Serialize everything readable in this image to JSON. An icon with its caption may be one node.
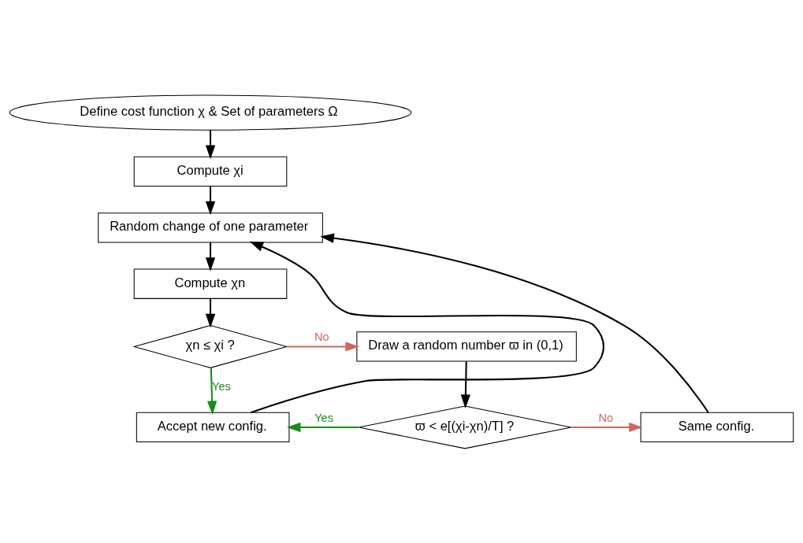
{
  "diagram": {
    "nodes": [
      {
        "text": [
          "Define cost function χ & Set of parameters Ω"
        ]
      },
      {
        "text": [
          "Compute χi"
        ]
      },
      {
        "text": [
          "Random change of one parameter"
        ]
      },
      {
        "text": [
          "Compute χn"
        ]
      },
      {
        "text": [
          "χn ≤ χi ?"
        ]
      },
      {
        "text": [
          "Draw a random number ϖ in (0,1)"
        ]
      },
      {
        "text": [
          "ϖ < e[(χi-χn)/T] ?"
        ]
      },
      {
        "text": [
          "Accept new config."
        ]
      },
      {
        "text": [
          "Same config."
        ]
      }
    ],
    "edges": [
      {
        "from": 0,
        "to": 1,
        "arrow": "to"
      },
      {
        "from": 1,
        "to": 2,
        "arrow": "to"
      },
      {
        "from": 2,
        "to": 3,
        "arrow": "to"
      },
      {
        "from": 3,
        "to": 4,
        "arrow": "to"
      },
      {
        "from": 4,
        "to": 7,
        "arrow": "to",
        "label": "Yes",
        "color": "#1a8a1a"
      },
      {
        "from": 4,
        "to": 5,
        "arrow": "to",
        "label": "No",
        "color": "#d0675e"
      },
      {
        "from": 5,
        "to": 6,
        "arrow": "to"
      },
      {
        "from": 6,
        "to": 7,
        "arrow": "to",
        "label": "Yes",
        "color": "#1a8a1a"
      },
      {
        "from": 6,
        "to": 8,
        "arrow": "to",
        "label": "No",
        "color": "#d0675e"
      },
      {
        "from": 7,
        "to": 2,
        "arrow": "to"
      },
      {
        "from": 8,
        "to": 2,
        "arrow": "to"
      }
    ]
  }
}
